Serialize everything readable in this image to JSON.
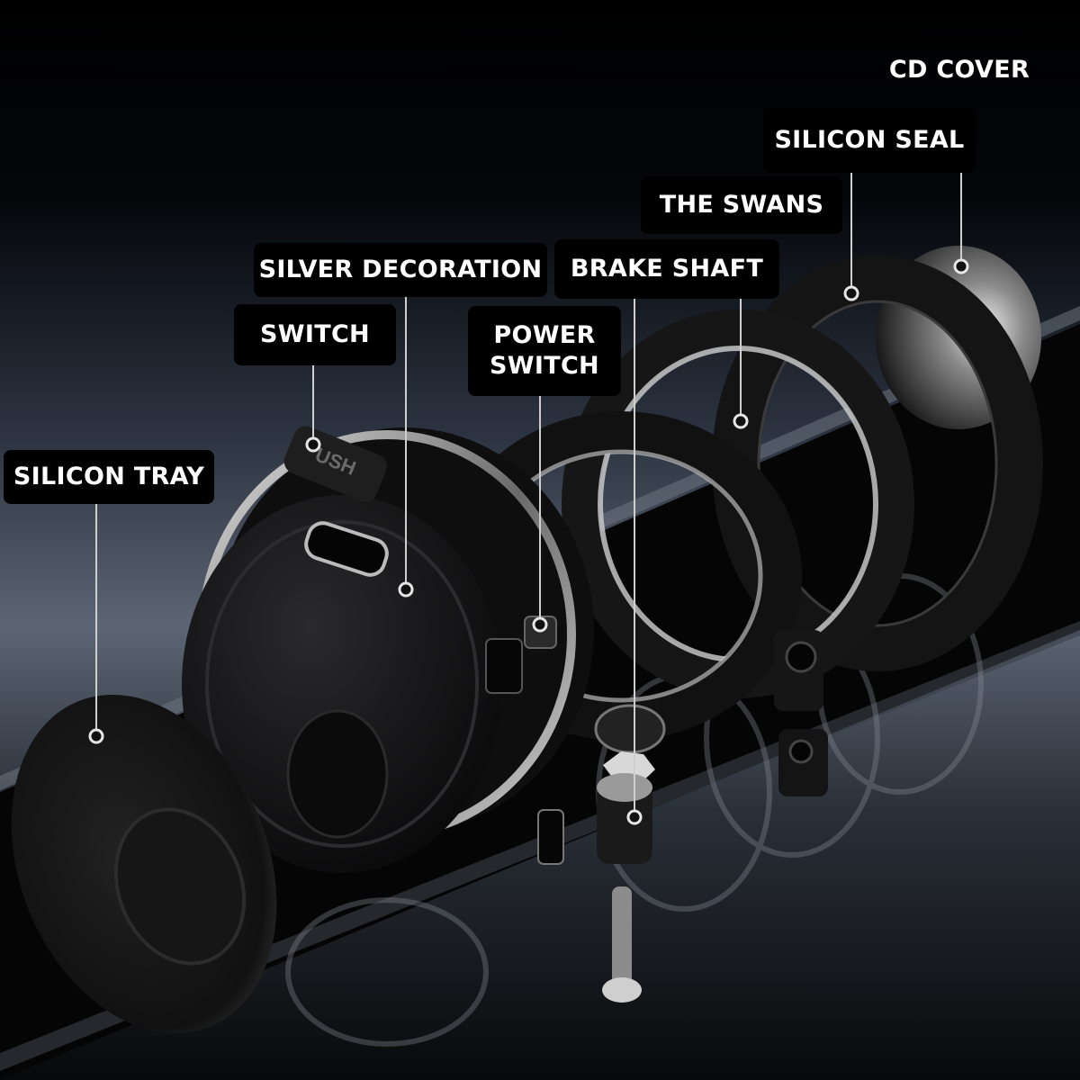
{
  "labels": {
    "cd_cover": "CD COVER",
    "silicon_seal": "SILICON SEAL",
    "the_swans": "THE SWANS",
    "brake_shaft": "BRAKE SHAFT",
    "silver_decoration": "SILVER DECORATION",
    "switch": "SWITCH",
    "power_switch": "POWER\nSWITCH",
    "silicon_tray": "SILICON TRAY"
  },
  "switch_cap_text": "USH",
  "colors": {
    "background": "#000000",
    "label_bg": "#000000",
    "label_text": "#ffffff",
    "leader_line": "#cfcfcf",
    "parts": "#111111",
    "metal_highlight": "#b8b8b8"
  }
}
